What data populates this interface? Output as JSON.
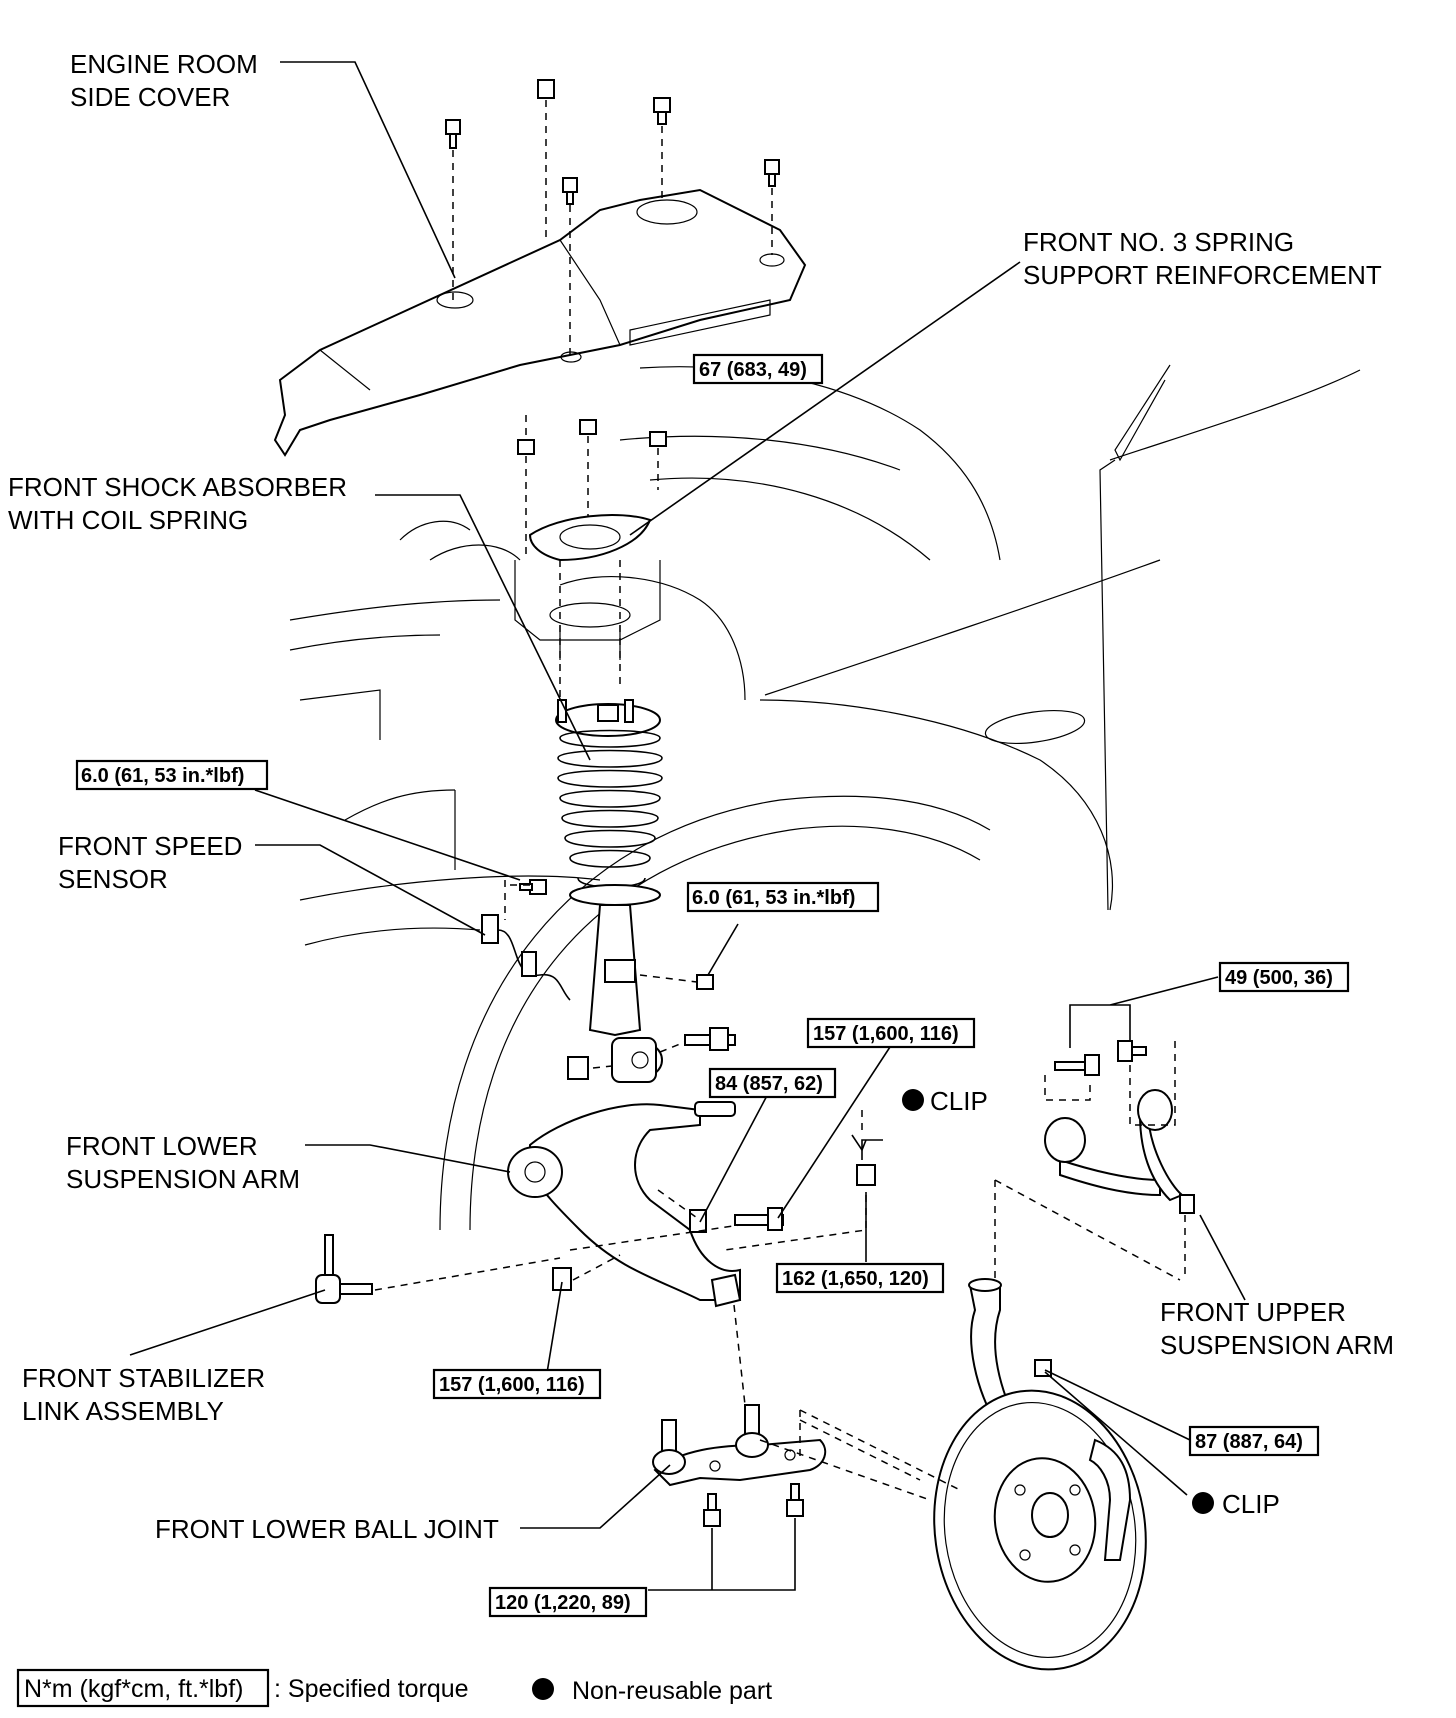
{
  "labels": {
    "engine_room_side_cover": [
      "ENGINE ROOM",
      "SIDE COVER"
    ],
    "front_no3_spring_support": [
      "FRONT NO. 3 SPRING",
      "SUPPORT REINFORCEMENT"
    ],
    "front_shock_absorber": [
      "FRONT SHOCK ABSORBER",
      "WITH COIL SPRING"
    ],
    "front_speed_sensor": [
      "FRONT SPEED",
      "SENSOR"
    ],
    "front_lower_suspension_arm": [
      "FRONT LOWER",
      "SUSPENSION ARM"
    ],
    "front_stabilizer_link": [
      "FRONT STABILIZER",
      "LINK ASSEMBLY"
    ],
    "front_lower_ball_joint": "FRONT LOWER BALL JOINT",
    "front_upper_suspension_arm": [
      "FRONT UPPER",
      "SUSPENSION ARM"
    ],
    "clip_1": "CLIP",
    "clip_2": "CLIP"
  },
  "torques": {
    "t_67": "67 (683, 49)",
    "t_6a": "6.0 (61, 53 in.*lbf)",
    "t_6b": "6.0 (61, 53 in.*lbf)",
    "t_49": "49 (500, 36)",
    "t_157a": "157 (1,600, 116)",
    "t_84": "84 (857, 62)",
    "t_162": "162 (1,650, 120)",
    "t_157b": "157 (1,600, 116)",
    "t_87": "87 (887, 64)",
    "t_120": "120 (1,220, 89)"
  },
  "legend": {
    "torque_unit": "N*m (kgf*cm, ft.*lbf)",
    "torque_text": ": Specified torque",
    "nonreusable_text": "Non-reusable part"
  }
}
